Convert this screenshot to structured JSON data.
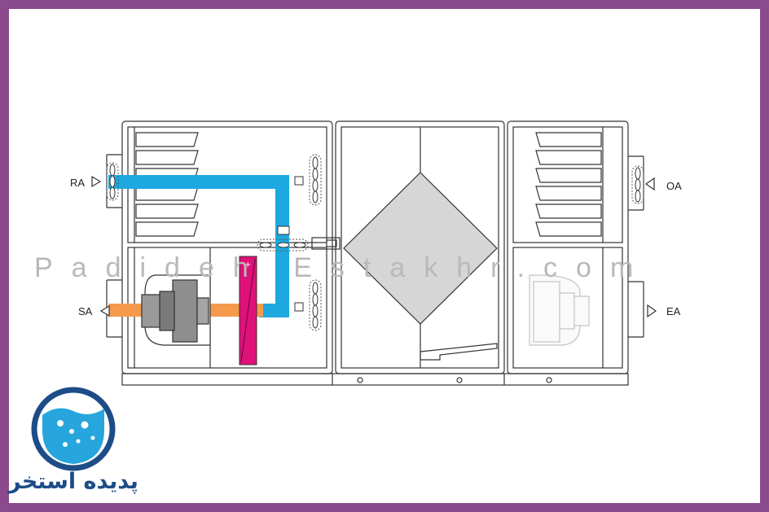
{
  "labels": {
    "ra": "RA",
    "oa": "OA",
    "sa": "SA",
    "ea": "EA"
  },
  "watermark": "Padideh Estakhr.com",
  "logo": {
    "text": "پدیده استخر"
  },
  "colors": {
    "frame": "#8a4a8c",
    "return_air_duct": "#1da8e0",
    "supply_air_duct": "#f59a4d",
    "heater_coil": "#e0107a",
    "heat_exchanger": "#d6d6d6",
    "fan": "#8a8a8a",
    "logo_blue": "#1d4d87"
  },
  "icons": [
    "damper-icon",
    "filter-icon",
    "fan-icon",
    "heat-exchanger-icon",
    "heating-coil-icon",
    "arrow-icon"
  ]
}
